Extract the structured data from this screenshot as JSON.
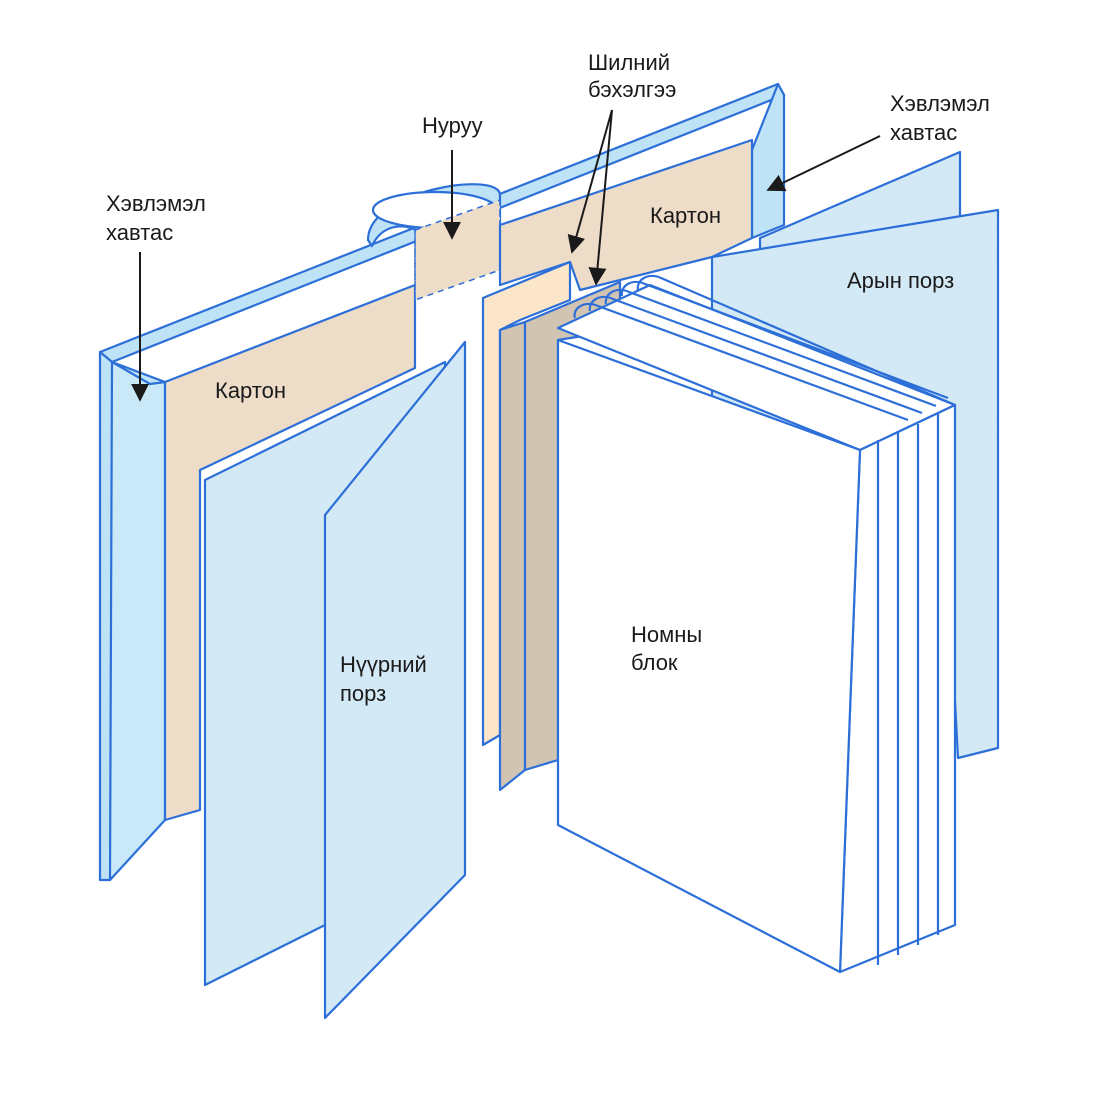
{
  "labels": {
    "cover_left": [
      "Хэвлэмэл",
      "хавтас"
    ],
    "cover_right": [
      "Хэвлэмэл",
      "хавтас"
    ],
    "spine": "Нуруу",
    "gauze": [
      "Шилний",
      "бэхэлгээ"
    ],
    "board_left": "Картон",
    "board_right": "Картон",
    "endpaper_back": "Арын порз",
    "endpaper_front": [
      "Нүүрний",
      "порз"
    ],
    "book_block": [
      "Номны",
      "блок"
    ]
  },
  "colors": {
    "outline": "#2d6fd8",
    "cover": "#bfe3f6",
    "board": "#ecdcc8",
    "endpaper": "#d3e9f5",
    "gauze": "#fbe6c9",
    "block_side": "#d2c4b3",
    "page": "#ffffff"
  }
}
